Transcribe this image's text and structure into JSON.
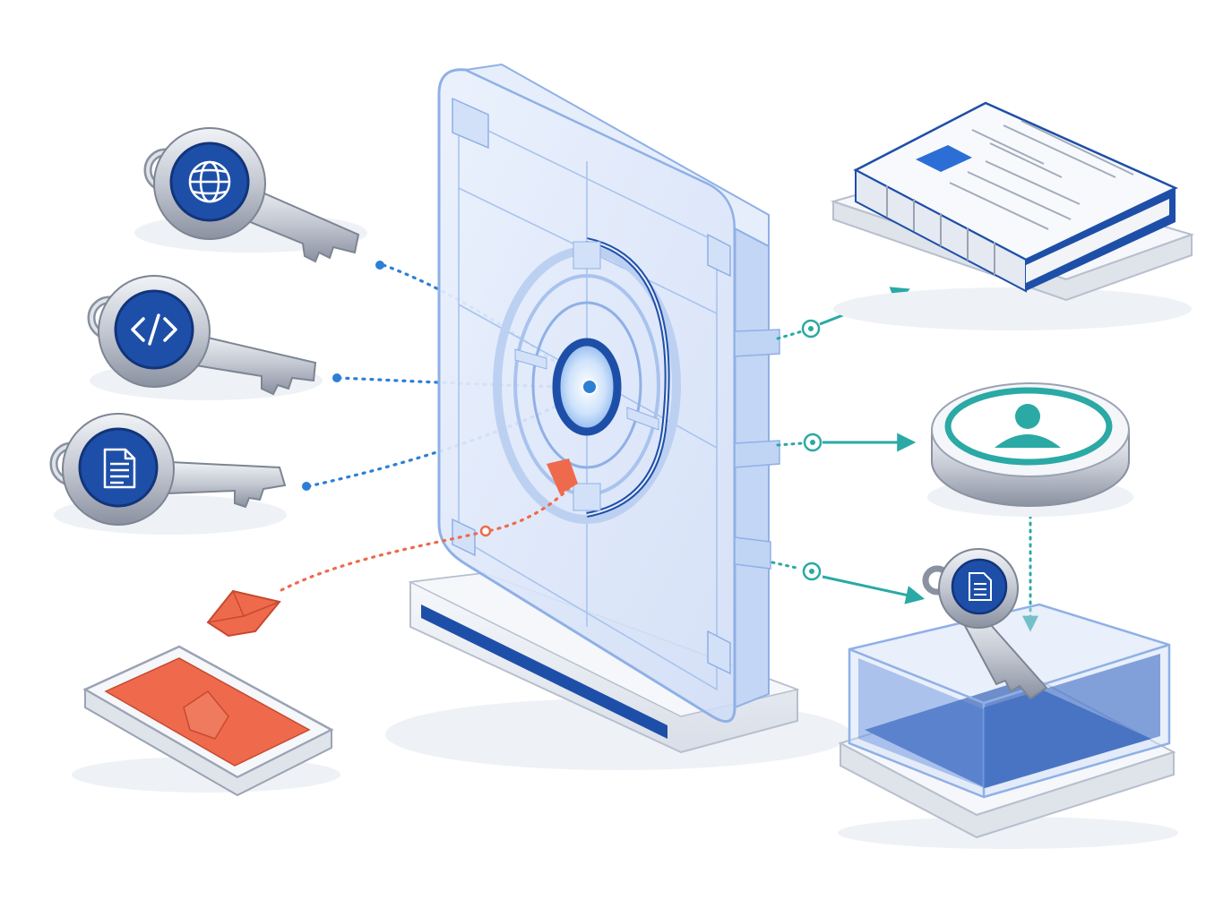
{
  "colors": {
    "navy": "#1e4fa8",
    "blue_dot": "#2b7fd6",
    "teal": "#2aa9a5",
    "coral": "#ef6a4c",
    "glass": "#dfe9fb",
    "glass_edge": "#8fb0e6",
    "metal": "#c9cdd6",
    "metal_dark": "#7d8593",
    "shadow": "#e8ecf4"
  },
  "inputs": [
    {
      "name": "key-globe",
      "icon": "globe-icon"
    },
    {
      "name": "key-code",
      "icon": "code-brackets-icon"
    },
    {
      "name": "key-document",
      "icon": "document-icon"
    }
  ],
  "outputs": [
    {
      "name": "book-on-pedestal",
      "icon": "book-icon"
    },
    {
      "name": "user-token-disc",
      "icon": "user-icon"
    },
    {
      "name": "glass-box-with-key",
      "icon": "key-icon"
    }
  ],
  "rejected": {
    "name": "rejected-shard-tray",
    "icon": "shard-icon"
  },
  "gate": {
    "name": "glass-gate",
    "icon": "target-lock-icon"
  }
}
